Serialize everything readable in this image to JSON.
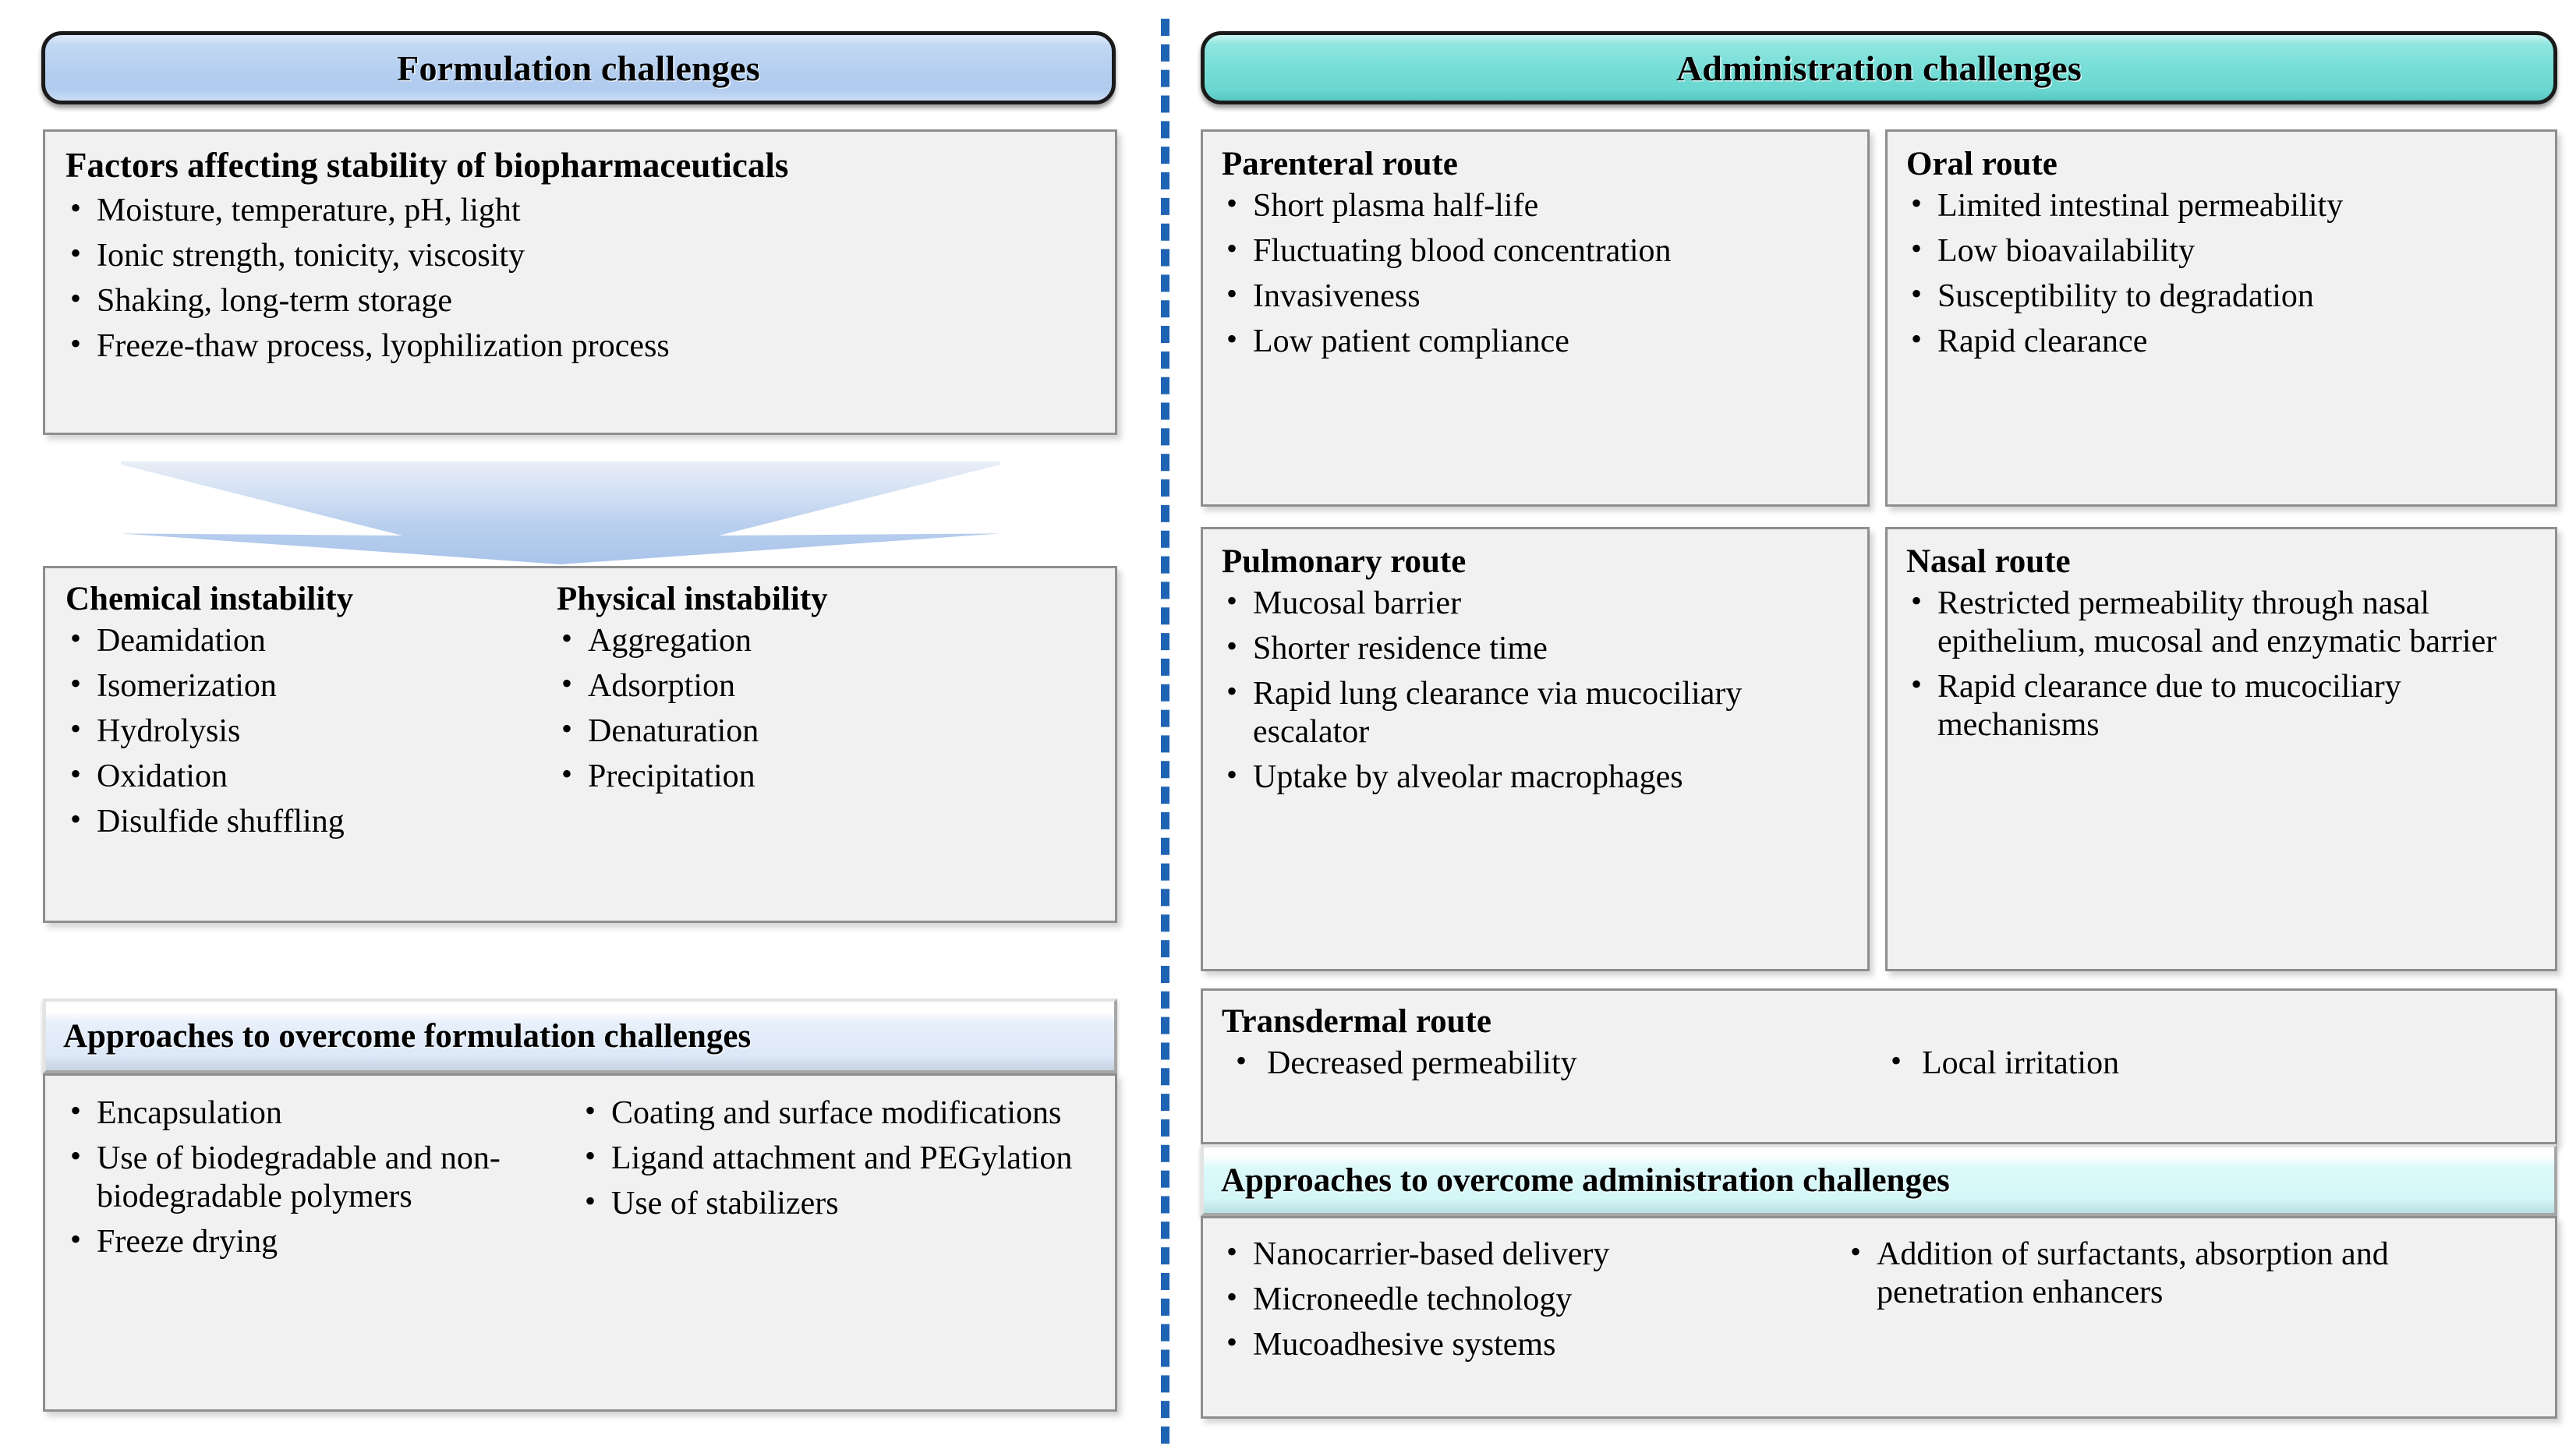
{
  "left_panel": {
    "banner": "Formulation challenges",
    "factors_box": {
      "title": "Factors affecting stability of biopharmaceuticals",
      "items": [
        "Moisture, temperature, pH, light",
        "Ionic strength, tonicity, viscosity",
        "Shaking, long-term storage",
        "Freeze-thaw process, lyophilization process"
      ]
    },
    "arrow_icon": "down-arrow-icon",
    "instability_box": {
      "chemical": {
        "title": "Chemical instability",
        "items": [
          "Deamidation",
          "Isomerization",
          "Hydrolysis",
          "Oxidation",
          "Disulfide shuffling"
        ]
      },
      "physical": {
        "title": "Physical instability",
        "items": [
          "Aggregation",
          "Adsorption",
          "Denaturation",
          "Precipitation"
        ]
      }
    },
    "approaches_bar": "Approaches to overcome formulation challenges",
    "approaches_box": {
      "column_1": [
        "Encapsulation",
        "Use of biodegradable and non-biodegradable polymers",
        "Freeze drying"
      ],
      "column_2": [
        "Coating and surface modifications",
        "Ligand attachment and PEGylation",
        "Use of stabilizers"
      ]
    }
  },
  "right_panel": {
    "banner": "Administration challenges",
    "parenteral": {
      "title": "Parenteral route",
      "items": [
        "Short plasma half-life",
        "Fluctuating blood concentration",
        "Invasiveness",
        "Low patient compliance"
      ]
    },
    "oral": {
      "title": "Oral route",
      "items": [
        "Limited intestinal permeability",
        "Low bioavailability",
        "Susceptibility to degradation",
        "Rapid clearance"
      ]
    },
    "pulmonary": {
      "title": "Pulmonary route",
      "items": [
        "Mucosal barrier",
        "Shorter residence time",
        "Rapid lung clearance via mucociliary escalator",
        "Uptake by alveolar macrophages"
      ]
    },
    "nasal": {
      "title": "Nasal route",
      "items": [
        "Restricted permeability through nasal epithelium, mucosal and enzymatic barrier",
        "Rapid clearance due to mucociliary mechanisms"
      ]
    },
    "transdermal": {
      "title": "Transdermal route",
      "column_1": [
        "Decreased permeability"
      ],
      "column_2": [
        "Local irritation"
      ]
    },
    "approaches_bar": "Approaches to overcome administration challenges",
    "approaches_box": {
      "column_1": [
        "Nanocarrier-based delivery",
        "Microneedle technology",
        "Mucoadhesive systems"
      ],
      "column_2": [
        "Addition of surfactants, absorption and penetration enhancers"
      ]
    }
  },
  "colors": {
    "formulation_banner": "#b4cff0",
    "administration_banner": "#77ded7",
    "divider": "#1F63B4",
    "box_fill": "#f1f1f1",
    "box_border": "#8e8e8e",
    "approaches_bar_left": "#dde8f8",
    "approaches_bar_right": "#d4f7f8"
  }
}
